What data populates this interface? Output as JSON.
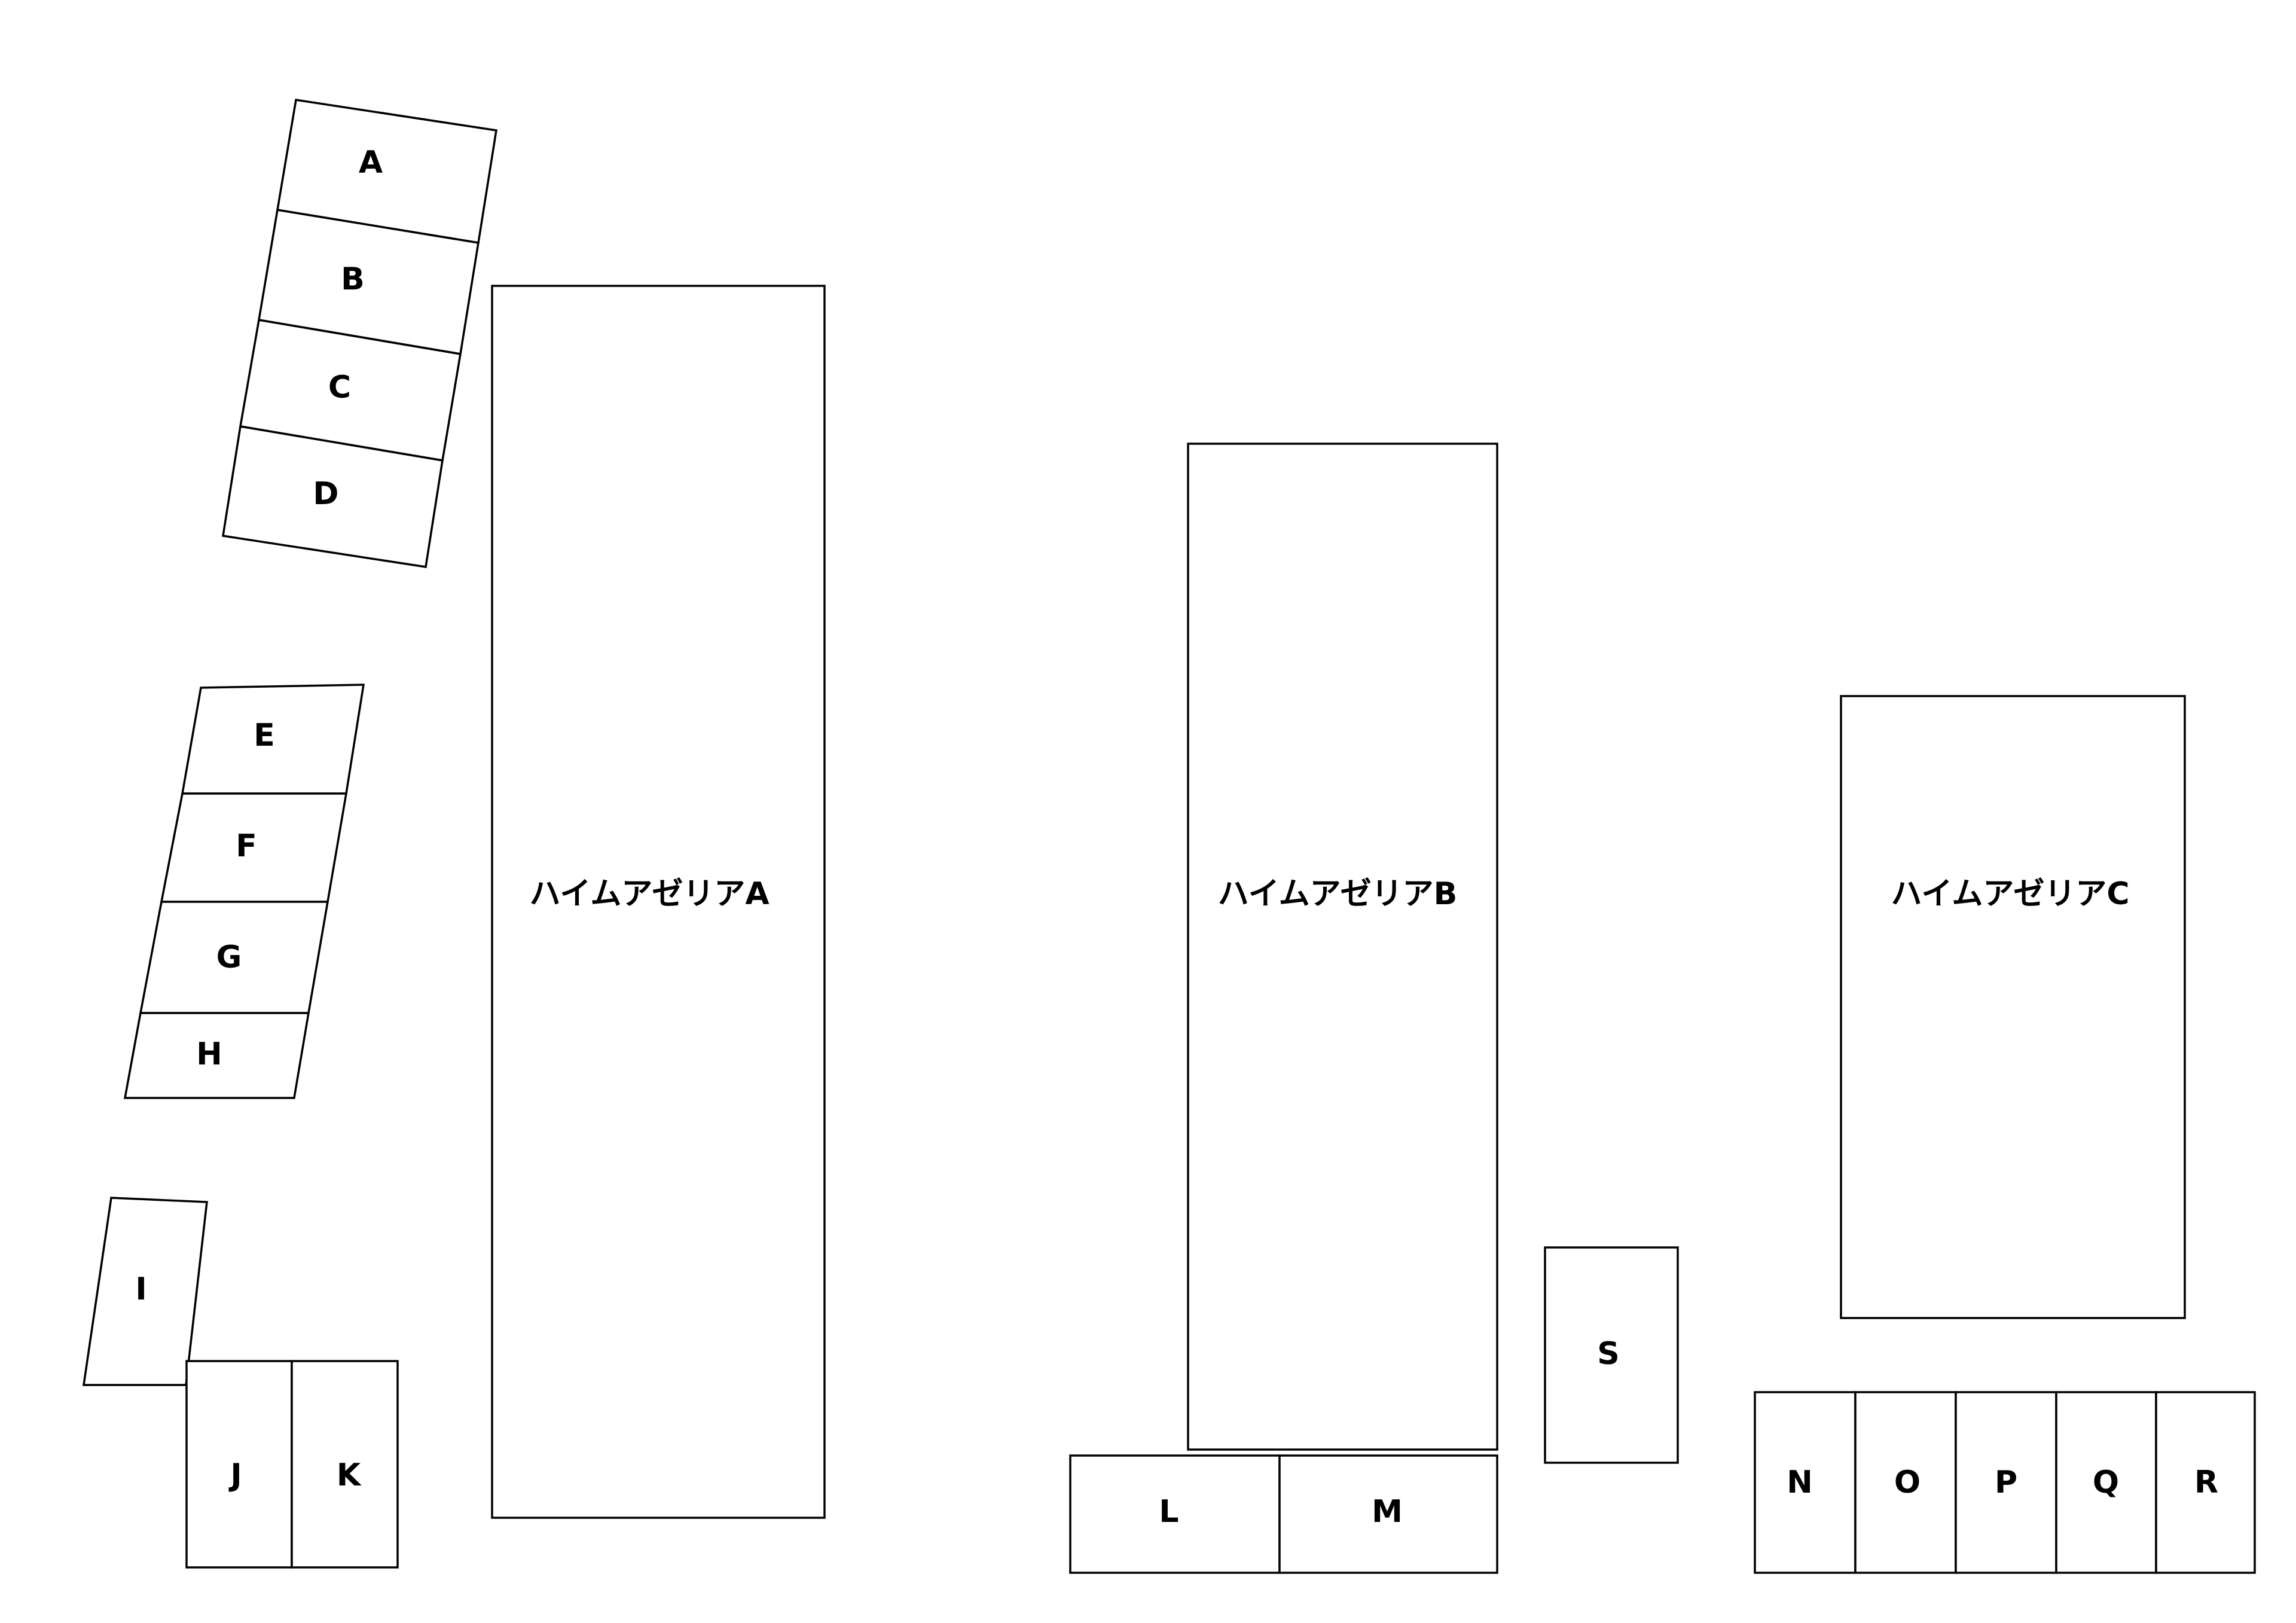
{
  "buildings": {
    "a": "ハイムアゼリアA",
    "b": "ハイムアゼリアB",
    "c": "ハイムアゼリアC"
  },
  "plots": {
    "a": "A",
    "b": "B",
    "c": "C",
    "d": "D",
    "e": "E",
    "f": "F",
    "g": "G",
    "h": "H",
    "i": "I",
    "j": "J",
    "k": "K",
    "l": "L",
    "m": "M",
    "n": "N",
    "o": "O",
    "p": "P",
    "q": "Q",
    "r": "R",
    "s": "S"
  }
}
